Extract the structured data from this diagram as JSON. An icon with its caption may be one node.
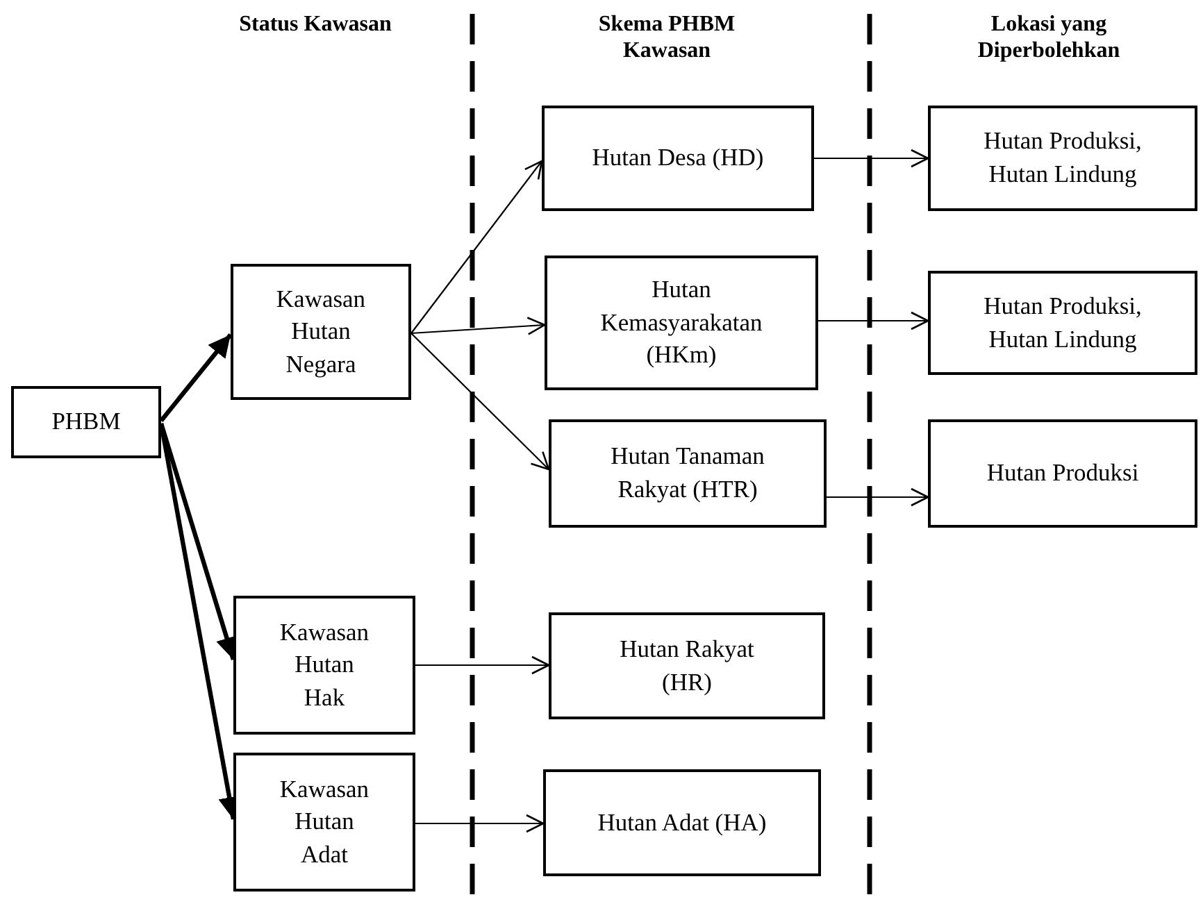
{
  "diagram": {
    "nodes": [
      {
        "text": [
          "PHBM"
        ]
      },
      {
        "text": [
          "Kawasan Hutan Negara"
        ]
      },
      {
        "text": [
          "Kawasan Hutan Hak"
        ]
      },
      {
        "text": [
          "Kawasan Hutan Adat"
        ]
      },
      {
        "text": [
          "Hutan Desa (HD)"
        ]
      },
      {
        "text": [
          "Hutan Kemasyarakatan (HKm)"
        ]
      },
      {
        "text": [
          "Hutan Tanaman Rakyat (HTR)"
        ]
      },
      {
        "text": [
          "Hutan Rakyat (HR)"
        ]
      },
      {
        "text": [
          "Hutan Adat (HA)"
        ]
      },
      {
        "text": [
          "Hutan Produksi, Hutan Lindung"
        ]
      },
      {
        "text": [
          "Hutan Produksi, Hutan Lindung"
        ]
      },
      {
        "text": [
          "Hutan Produksi"
        ]
      }
    ],
    "edges": [
      {
        "from": 0,
        "to": 1,
        "arrow": "to",
        "style": "thick"
      },
      {
        "from": 0,
        "to": 2,
        "arrow": "to",
        "style": "thick"
      },
      {
        "from": 0,
        "to": 3,
        "arrow": "to",
        "style": "thick"
      },
      {
        "from": 1,
        "to": 4,
        "arrow": "to"
      },
      {
        "from": 1,
        "to": 5,
        "arrow": "to"
      },
      {
        "from": 1,
        "to": 6,
        "arrow": "to"
      },
      {
        "from": 2,
        "to": 7,
        "arrow": "to"
      },
      {
        "from": 3,
        "to": 8,
        "arrow": "to"
      },
      {
        "from": 4,
        "to": 9,
        "arrow": "to"
      },
      {
        "from": 5,
        "to": 10,
        "arrow": "to"
      },
      {
        "from": 6,
        "to": 11,
        "arrow": "to"
      }
    ],
    "labels": [
      "Status Kawasan",
      "Skema PHBM Kawasan",
      "Lokasi yang Diperbolehkan"
    ]
  }
}
